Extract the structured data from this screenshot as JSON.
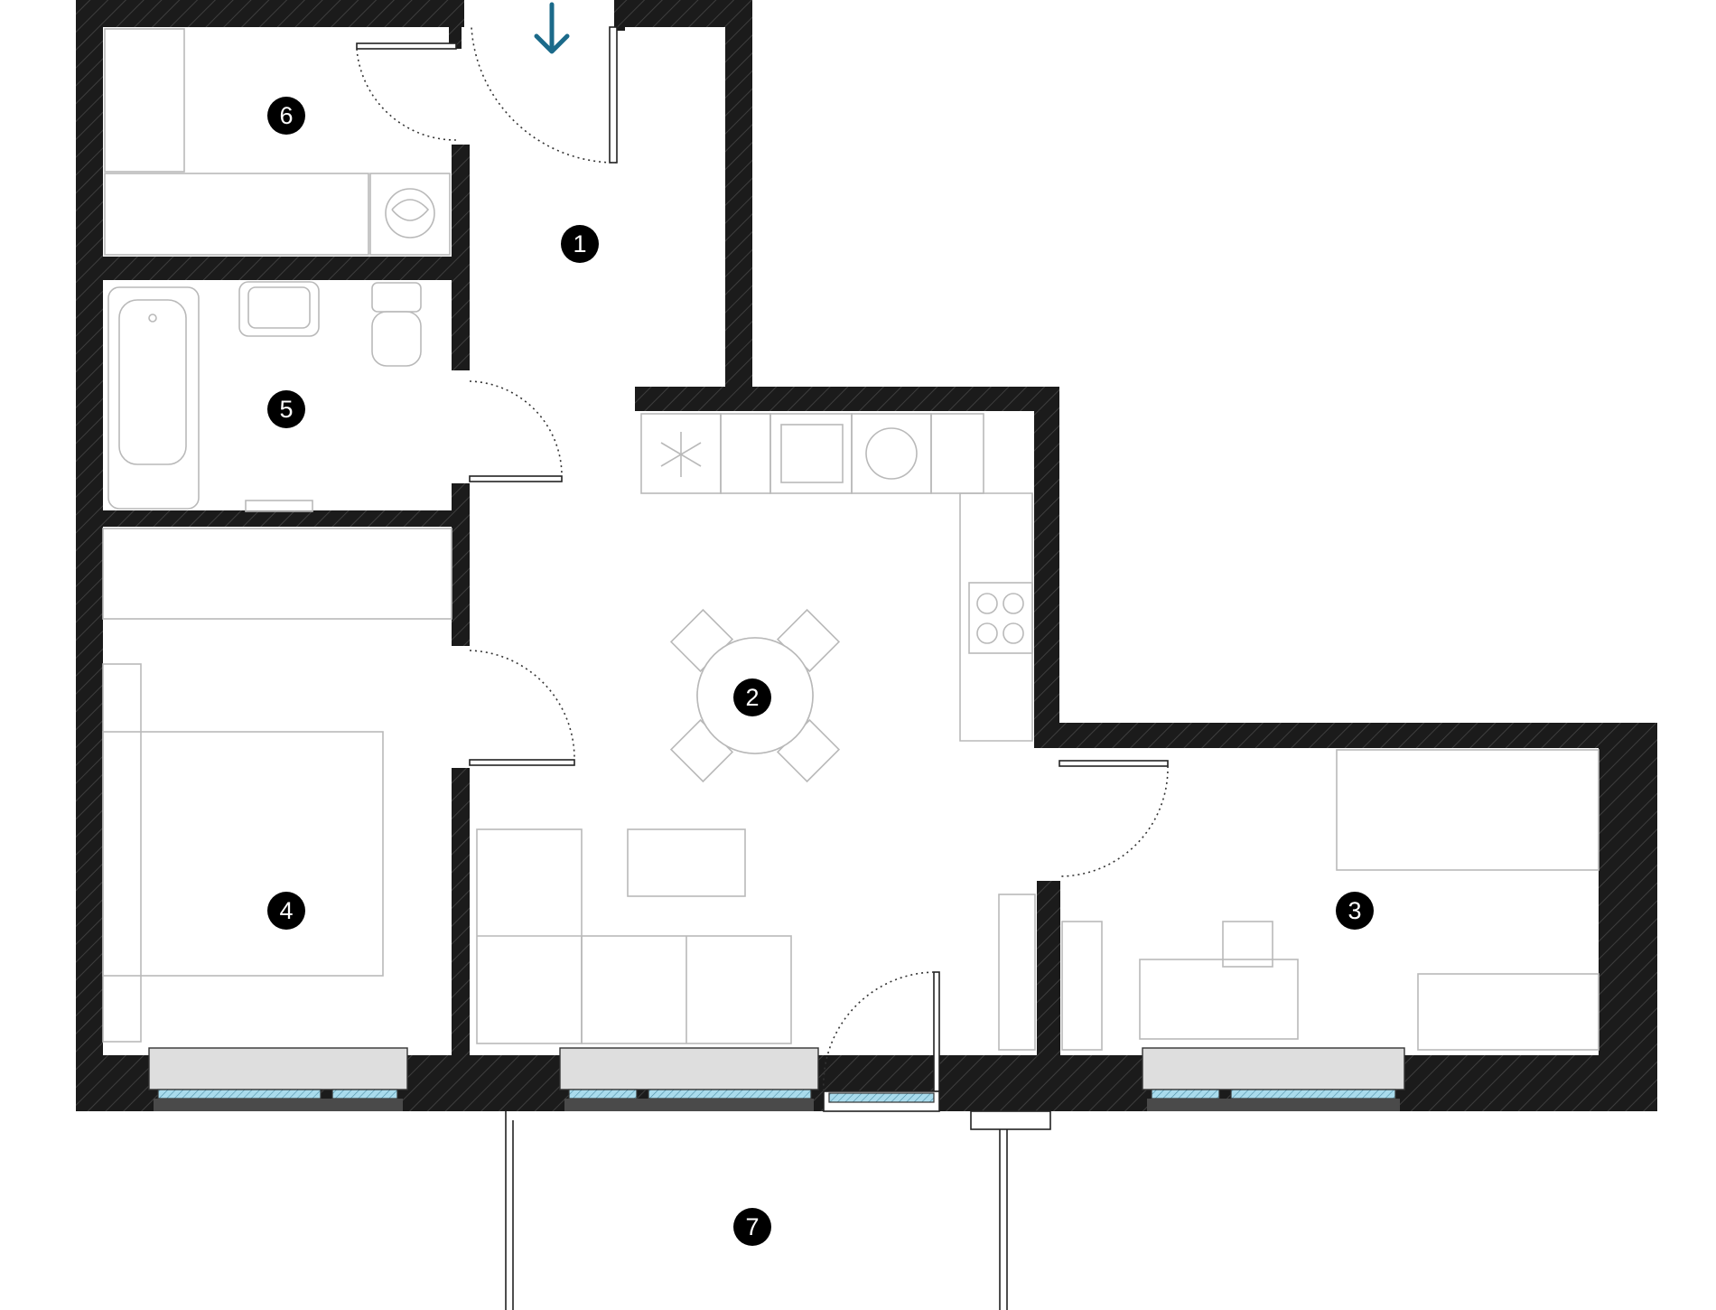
{
  "plan": {
    "rooms": [
      {
        "id": "room-1",
        "label": "1"
      },
      {
        "id": "room-2",
        "label": "2"
      },
      {
        "id": "room-3",
        "label": "3"
      },
      {
        "id": "room-4",
        "label": "4"
      },
      {
        "id": "room-5",
        "label": "5"
      },
      {
        "id": "room-6",
        "label": "6"
      },
      {
        "id": "room-7",
        "label": "7"
      }
    ],
    "entry_icon": "arrow-down-icon",
    "colors": {
      "wall": "#1b1b1b",
      "entry_arrow": "#1b6a8a",
      "glass": "#9fd3e6",
      "furniture_stroke": "#b9b9b9"
    }
  }
}
